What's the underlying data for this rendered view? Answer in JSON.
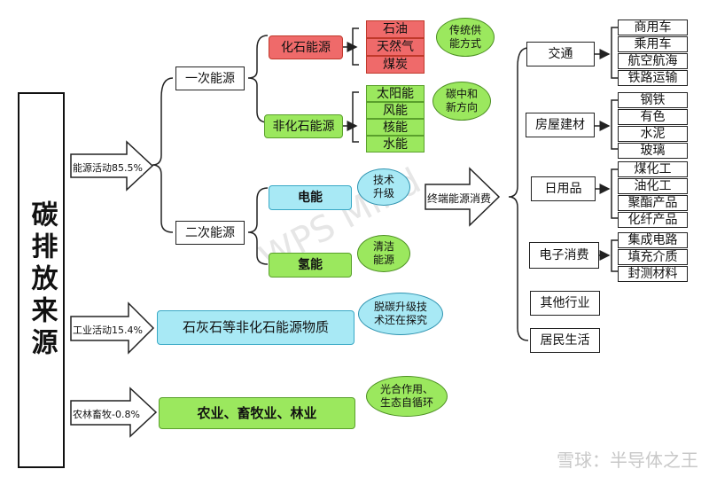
{
  "title": "碳排放来源",
  "branches": {
    "energy_activity": "能源活动85.5%",
    "industrial_activity": "工业活动15.4%",
    "agri_forest": "农林畜牧-0.8%"
  },
  "primary_energy": "一次能源",
  "secondary_energy": "二次能源",
  "fossil": {
    "label": "化石能源",
    "items": [
      "石油",
      "天然气",
      "煤炭"
    ]
  },
  "non_fossil": {
    "label": "非化石能源",
    "items": [
      "太阳能",
      "风能",
      "核能",
      "水能"
    ]
  },
  "electric": "电能",
  "hydrogen": "氢能",
  "limestone": "石灰石等非化石能源物质",
  "agriculture": "农业、畜牧业、林业",
  "end_use": "终端能源消费",
  "bubbles": {
    "traditional": "传统供\n能方式",
    "carbon_neutral": "碳中和\n新方向",
    "tech_upgrade": "技术\n升级",
    "clean_energy": "清洁\n能源",
    "decarbon": "脱碳升级技\n术还在探究",
    "photosynthesis": "光合作用、\n生态自循环"
  },
  "sectors": {
    "transport": {
      "label": "交通",
      "items": [
        "商用车",
        "乘用车",
        "航空航海",
        "铁路运输"
      ]
    },
    "building": {
      "label": "房屋建材",
      "items": [
        "钢铁",
        "有色",
        "水泥",
        "玻璃"
      ]
    },
    "daily": {
      "label": "日用品",
      "items": [
        "煤化工",
        "油化工",
        "聚酯产品",
        "化纤产品"
      ]
    },
    "electronics": {
      "label": "电子消费",
      "items": [
        "集成电路",
        "填充介质",
        "封测材料"
      ]
    },
    "other": {
      "label": "其他行业"
    },
    "residential": {
      "label": "居民生活"
    }
  },
  "footer": "雪球：半导体之王"
}
